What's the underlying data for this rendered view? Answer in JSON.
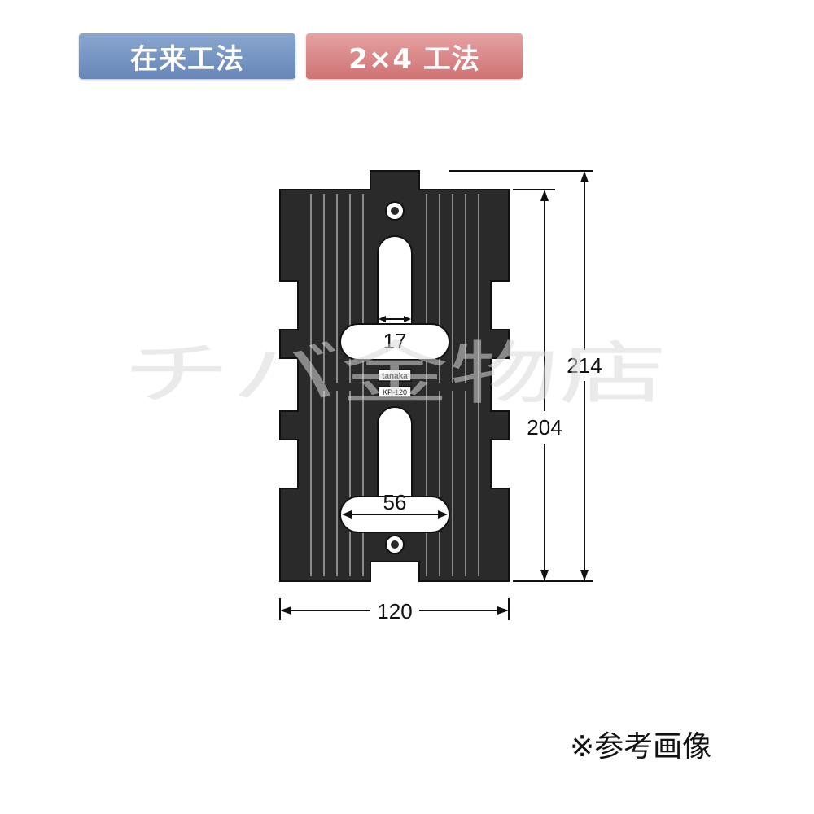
{
  "badges": {
    "conventional": "在来工法",
    "two_by_four": "2×4 工法"
  },
  "plate": {
    "brand_mark": "tanaka",
    "model": "KP-120"
  },
  "dimensions": {
    "slot_width": "17",
    "slot_length": "56",
    "width": "120",
    "inner_height": "204",
    "total_height": "214"
  },
  "watermark": "チバ金物店",
  "note": "※参考画像"
}
